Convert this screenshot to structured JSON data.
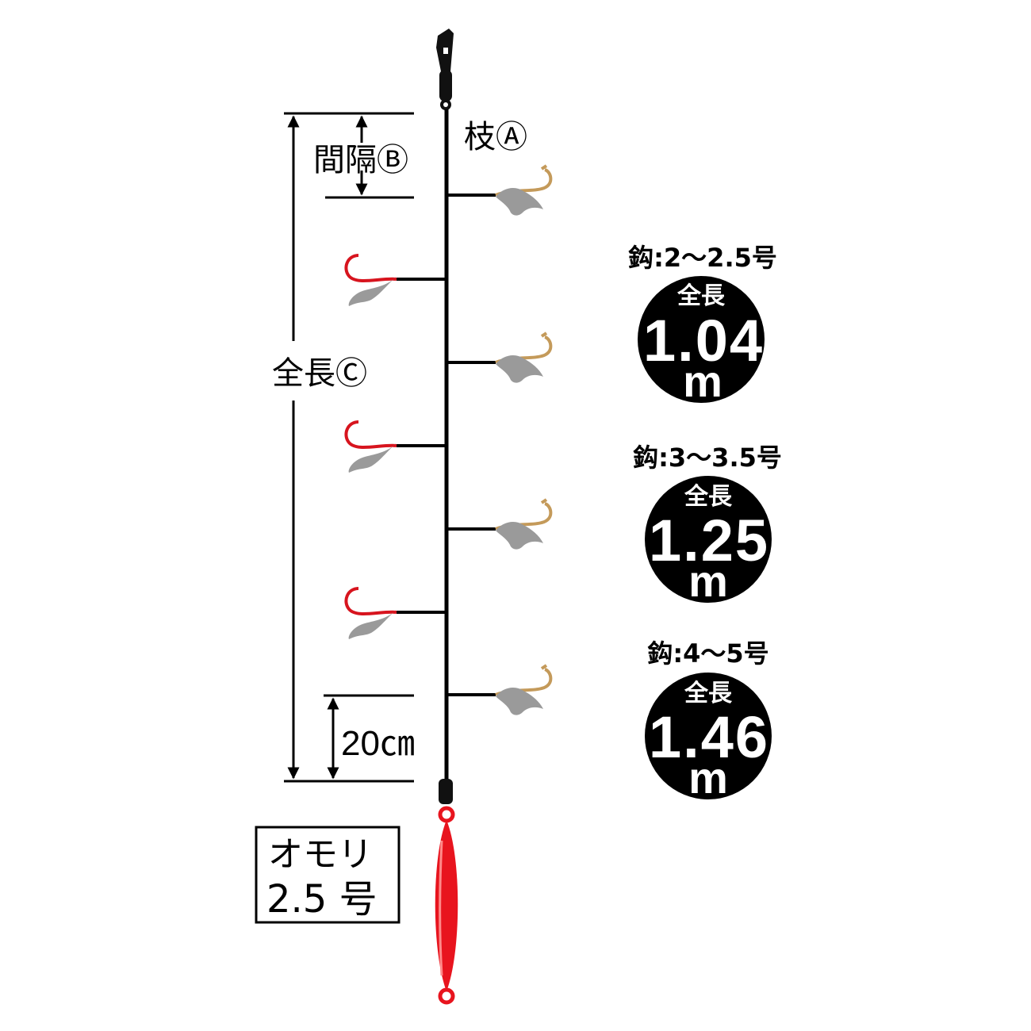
{
  "labels": {
    "branch": "枝Ⓐ",
    "interval": "間隔Ⓑ",
    "total_length": "全長Ⓒ",
    "bottom_gap": "20㎝"
  },
  "sinker": {
    "line1": "オモリ",
    "line2": "2.5 号"
  },
  "variants": [
    {
      "hook_size": "鈎:2〜2.5号",
      "length_label": "全長",
      "length_value": "1.04",
      "unit": "m"
    },
    {
      "hook_size": "鈎:3〜3.5号",
      "length_label": "全長",
      "length_value": "1.25",
      "unit": "m"
    },
    {
      "hook_size": "鈎:4〜5号",
      "length_label": "全長",
      "length_value": "1.46",
      "unit": "m"
    }
  ],
  "colors": {
    "line": "#000000",
    "hook_gold": "#c49a5a",
    "hook_red": "#d7141e",
    "skirt": "#9a9a9a",
    "sinker": "#e8141e"
  }
}
